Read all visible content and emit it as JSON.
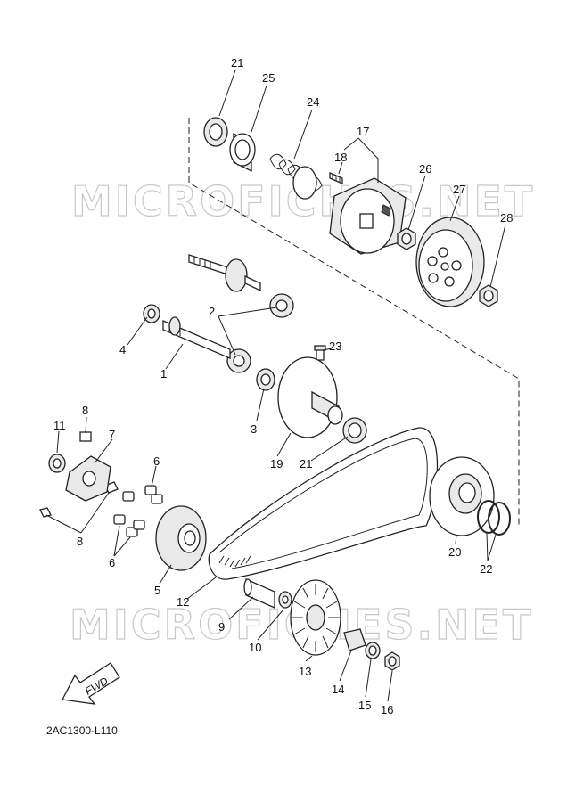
{
  "watermark": {
    "text": "MICROFICHES.NET"
  },
  "diagram_code": "2AC1300-L110",
  "direction_label": "FWD",
  "callouts": {
    "c1": "1",
    "c2": "2",
    "c3": "3",
    "c4": "4",
    "c5": "5",
    "c6a": "6",
    "c6b": "6",
    "c7": "7",
    "c8a": "8",
    "c8b": "8",
    "c9": "9",
    "c10": "10",
    "c11": "11",
    "c12": "12",
    "c13": "13",
    "c14": "14",
    "c15": "15",
    "c16": "16",
    "c17": "17",
    "c18": "18",
    "c19": "19",
    "c20": "20",
    "c21a": "21",
    "c21b": "21",
    "c22": "22",
    "c23": "23",
    "c24": "24",
    "c25": "25",
    "c26": "26",
    "c27": "27",
    "c28": "28"
  }
}
